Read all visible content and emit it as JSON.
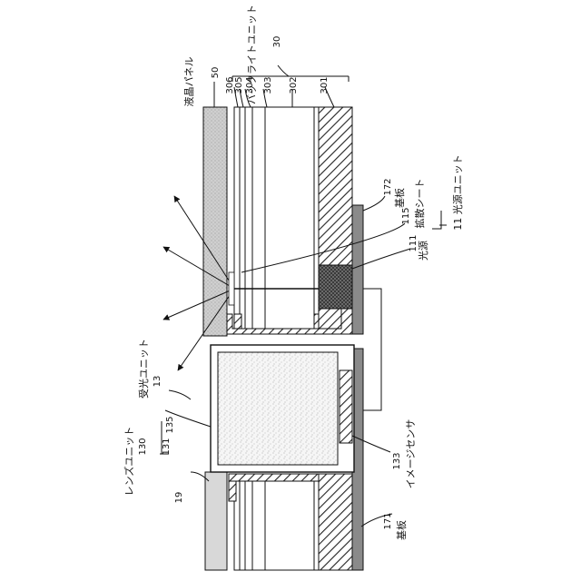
{
  "labels": {
    "backlight_unit": "バックライトユニット",
    "backlight_unit_num": "30",
    "lcd_panel": "液晶パネル",
    "lcd_panel_num": "50",
    "layer_306": "306",
    "layer_305": "305",
    "layer_304": "304",
    "layer_303": "303",
    "layer_302": "302",
    "layer_301": "301",
    "substrate_172": "172",
    "substrate_172_text": "基板",
    "light_source_unit": "11 光源ユニット",
    "diffusion_sheet": "拡散シート",
    "diffusion_sheet_num": "115",
    "light_source": "光源",
    "light_source_num": "111",
    "receiver_unit": "受光ユニット",
    "receiver_unit_num": "13",
    "lens_unit": "レンズユニット",
    "lens_unit_num": "130",
    "lens_131": "131",
    "lens_135": "135",
    "cover_19": "19",
    "image_sensor": "イメージセンサ",
    "image_sensor_num": "133",
    "substrate_171": "171",
    "substrate_171_text": "基板"
  }
}
